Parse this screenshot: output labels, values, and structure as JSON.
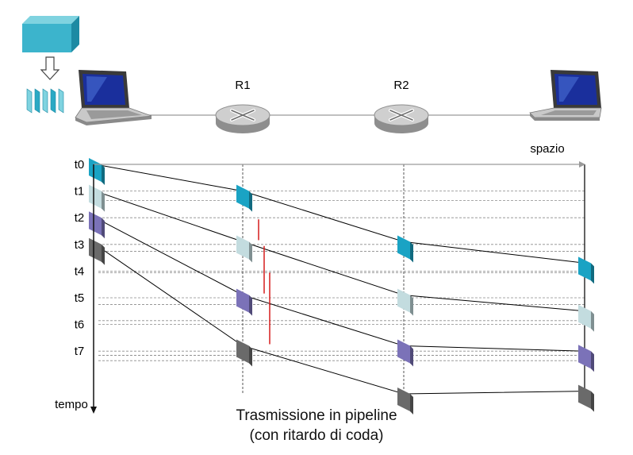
{
  "router_labels": [
    "R1",
    "R2"
  ],
  "axis": {
    "space_label": "spazio",
    "time_label": "tempo"
  },
  "time_labels": [
    "t0",
    "t1",
    "t2",
    "t3",
    "t4",
    "t5",
    "t6",
    "t7"
  ],
  "caption": {
    "line1": "Trasmissione in pipeline",
    "line2": "(con ritardo di coda)"
  },
  "colors": {
    "packets": [
      "#1aa3c4",
      "#c3dcdf",
      "#7b72b8",
      "#6a6a6a"
    ],
    "queue_delay": "#d61c1c",
    "grid": "#8a8a8a",
    "axis": "#111111",
    "link": "#9a9a9a"
  },
  "transmission": {
    "packets": 4,
    "nodes": [
      "sender",
      "R1",
      "R2",
      "receiver"
    ],
    "departure_slot": [
      [
        0,
        1,
        2,
        3
      ],
      [
        1,
        2.9,
        4.9,
        6.8
      ],
      [
        2.9,
        4.9,
        6.8,
        8.6
      ]
    ],
    "queue_delays_at_R1": [
      [
        2,
        2.9
      ],
      [
        3,
        4.9
      ],
      [
        4,
        6.8
      ]
    ]
  }
}
